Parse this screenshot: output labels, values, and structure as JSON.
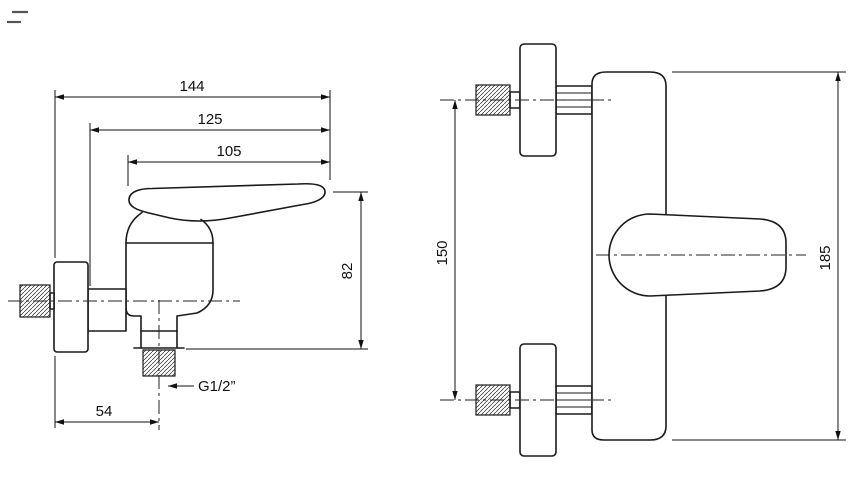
{
  "sheet": {
    "background": "#ffffff",
    "ink_color": "#1a1a1a"
  },
  "side_view": {
    "dim_overall_depth": "144",
    "dim_body_depth": "125",
    "dim_handle_depth": "105",
    "dim_handle_to_outlet_height": "82",
    "dim_wall_to_outlet": "54",
    "outlet_thread_label": "G1/2”"
  },
  "front_view": {
    "dim_inlet_spacing": "150",
    "dim_overall_height": "185"
  }
}
